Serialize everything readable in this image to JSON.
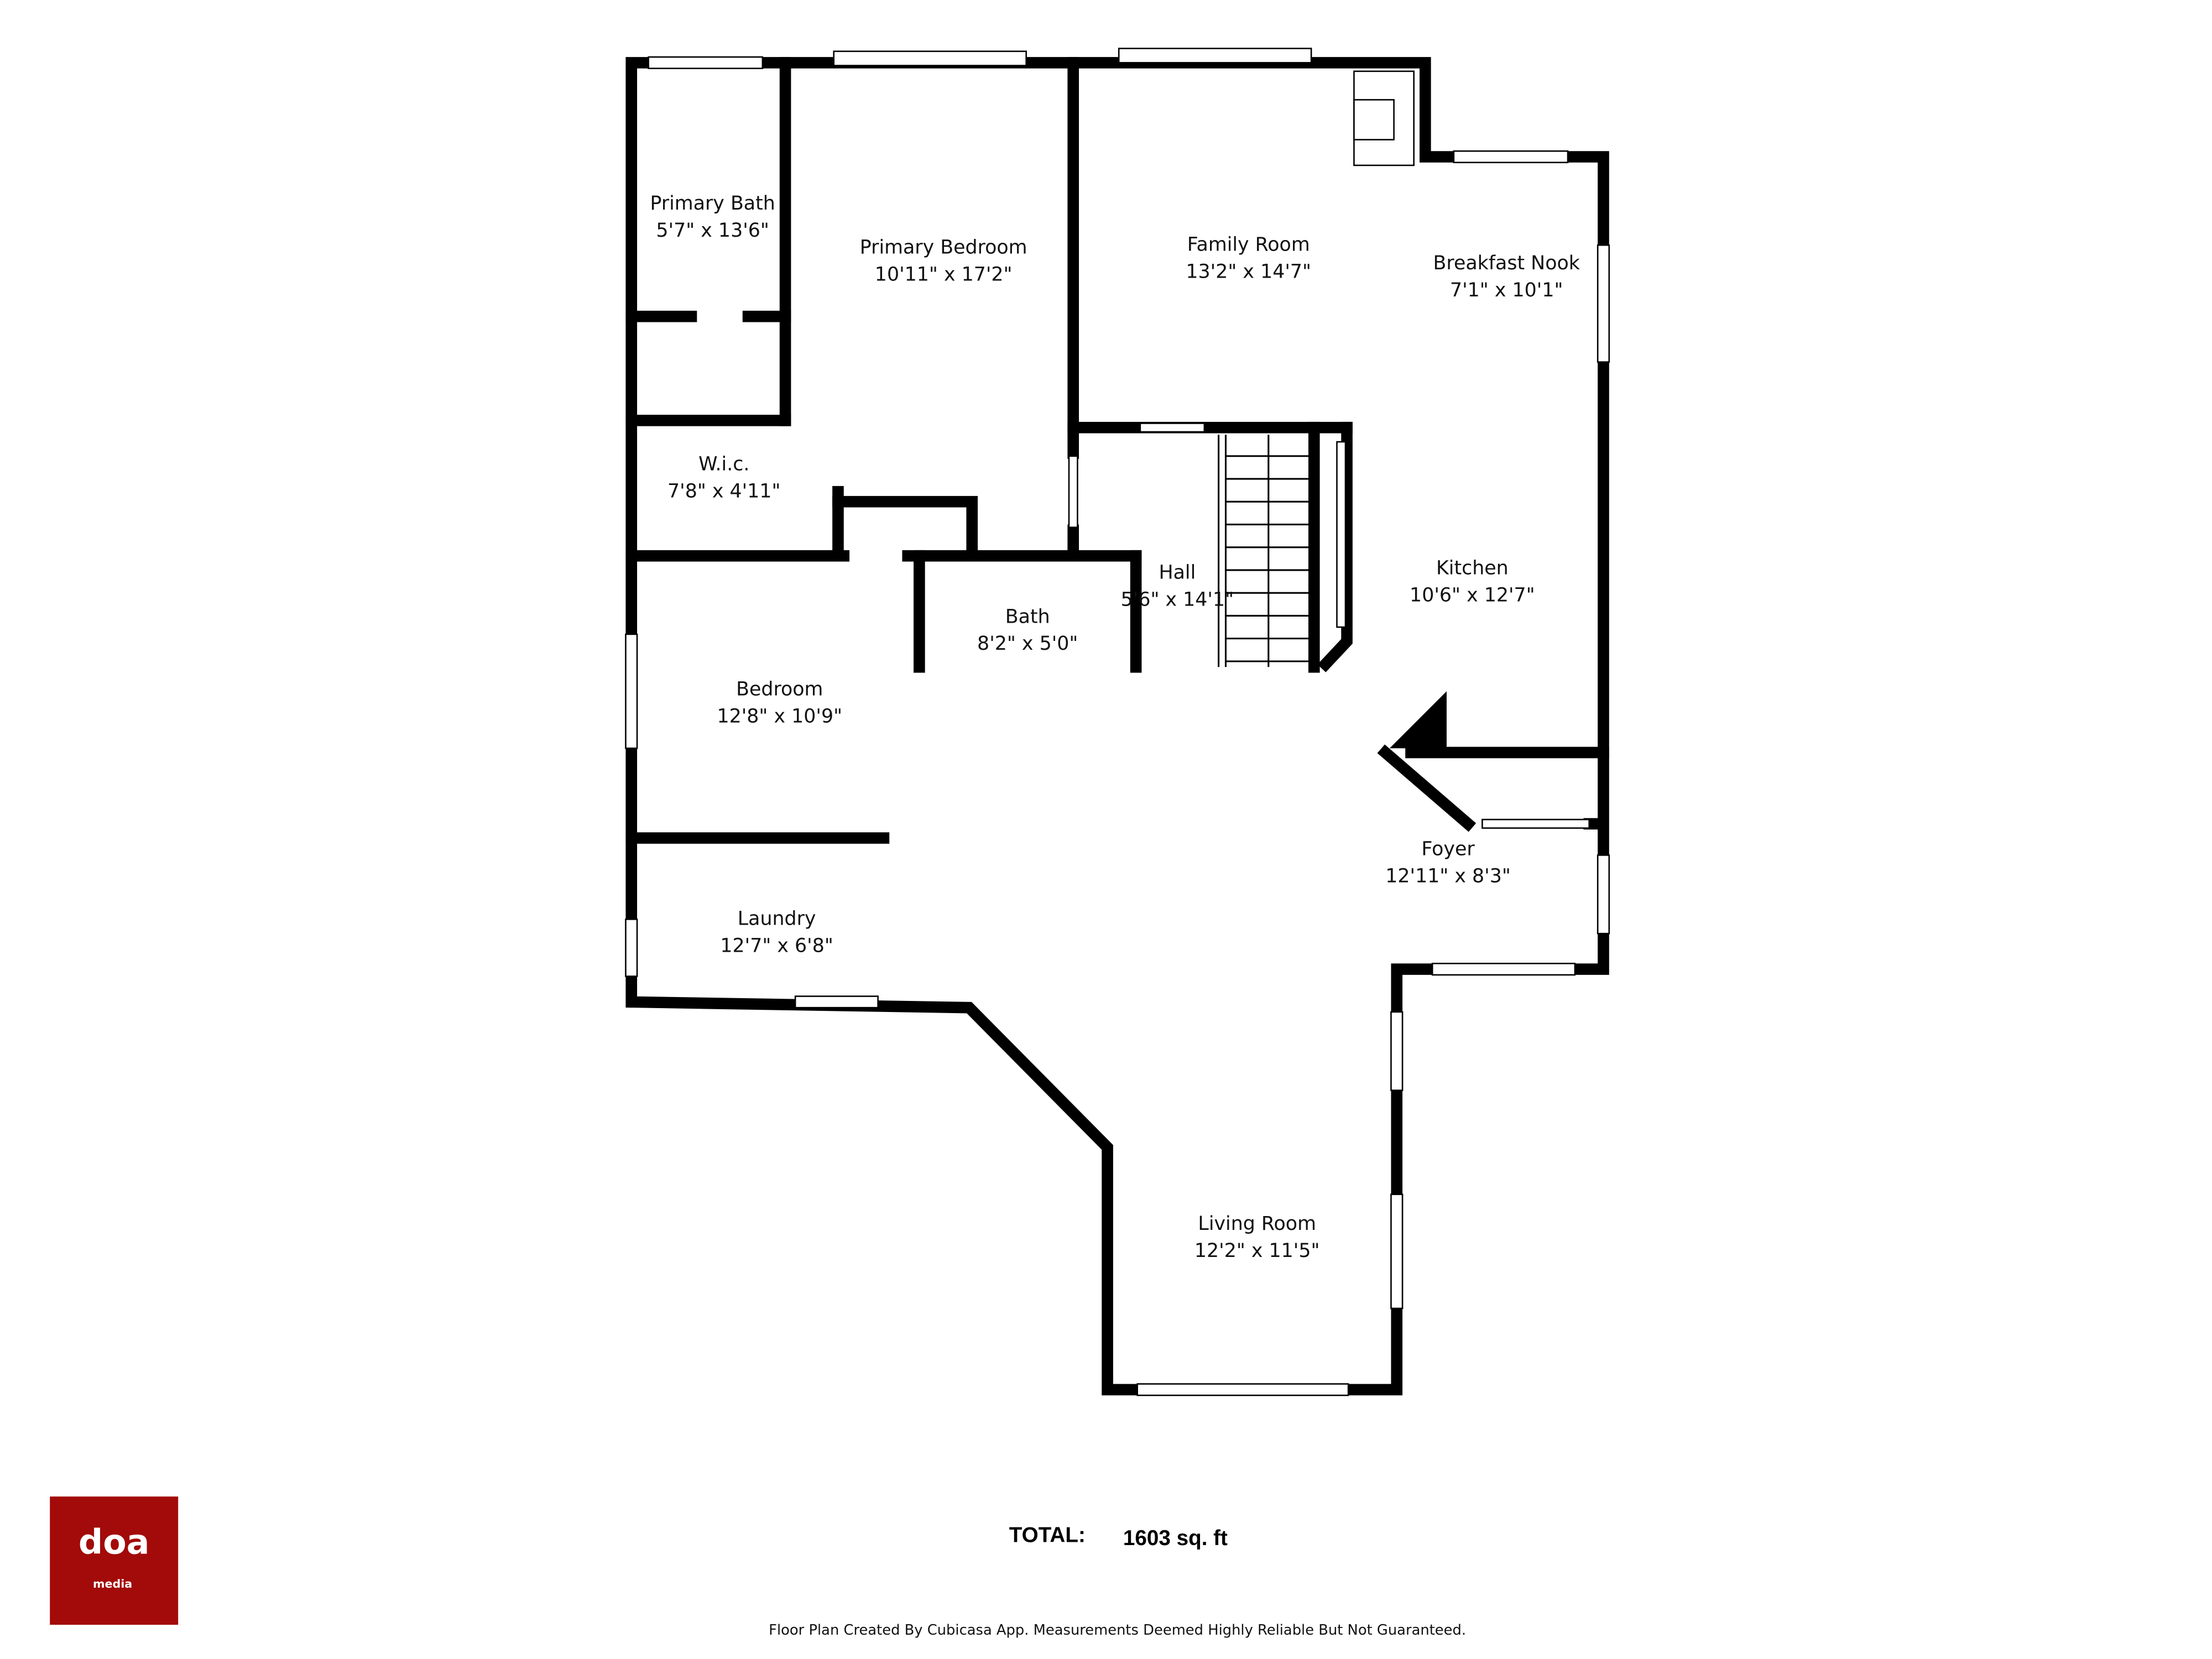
{
  "rooms": [
    {
      "name": "Primary Bath",
      "size": "5'7\" x 13'6\""
    },
    {
      "name": "Primary Bedroom",
      "size": "10'11\" x 17'2\""
    },
    {
      "name": "Family Room",
      "size": "13'2\" x 14'7\""
    },
    {
      "name": "Breakfast Nook",
      "size": "7'1\" x 10'1\""
    },
    {
      "name": "W.i.c.",
      "size": "7'8\" x 4'11\""
    },
    {
      "name": "Hall",
      "size": "5'6\" x 14'1\""
    },
    {
      "name": "Kitchen",
      "size": "10'6\" x 12'7\""
    },
    {
      "name": "Bath",
      "size": "8'2\" x 5'0\""
    },
    {
      "name": "Bedroom",
      "size": "12'8\" x 10'9\""
    },
    {
      "name": "Foyer",
      "size": "12'11\" x 8'3\""
    },
    {
      "name": "Laundry",
      "size": "12'7\" x 6'8\""
    },
    {
      "name": "Living Room",
      "size": "12'2\" x 11'5\""
    }
  ],
  "total": {
    "label": "TOTAL:",
    "value": "1603 sq. ft"
  },
  "footer": "Floor Plan Created By Cubicasa App. Measurements Deemed Highly Reliable But Not Guaranteed.",
  "logo": {
    "text": "doa",
    "subtext": "media",
    "color": "#a30a0a"
  }
}
